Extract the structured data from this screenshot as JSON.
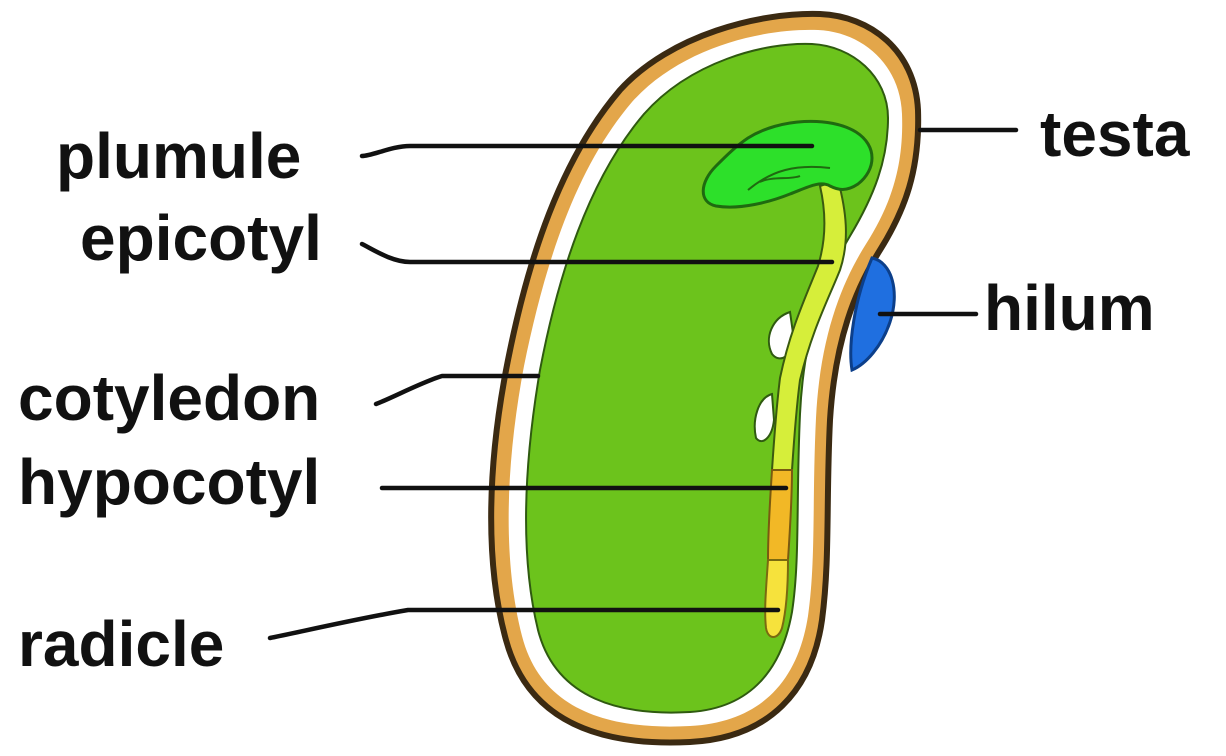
{
  "labels": {
    "plumule": "plumule",
    "epicotyl": "epicotyl",
    "cotyledon": "cotyledon",
    "hypocotyl": "hypocotyl",
    "radicle": "radicle",
    "testa": "testa",
    "hilum": "hilum"
  },
  "colors": {
    "testa": "#e3a64a",
    "testa_outline": "#3b2a12",
    "cotyledon": "#6cc31c",
    "plumule": "#2de02a",
    "epicotyl": "#d6ee3a",
    "hypocotyl": "#f2b826",
    "radicle": "#f6e23c",
    "hilum": "#1f6fe0",
    "seed_coat_lining": "#ffffff"
  }
}
